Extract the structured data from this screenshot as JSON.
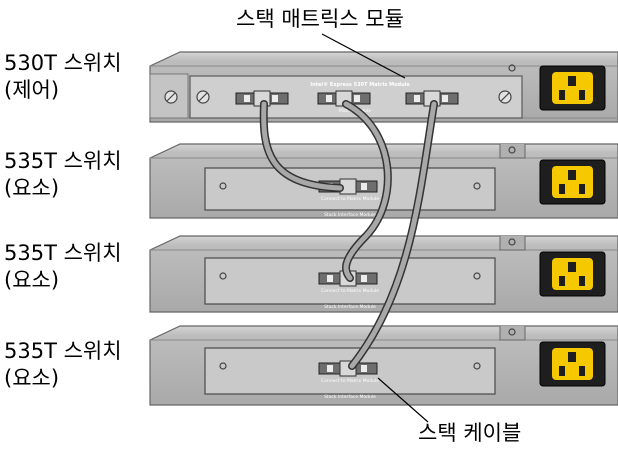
{
  "callouts": {
    "matrix_module": "스택 매트릭스 모듈",
    "stack_cable": "스택 케이블"
  },
  "units": [
    {
      "model": "530T 스위치",
      "role": "(제어)",
      "module_label": "Intel® Express 530T Matrix Module",
      "module_sublabel": "Matrix Module"
    },
    {
      "model": "535T 스위치",
      "role": "(요소)",
      "module_label": "Connect to Matrix Module",
      "module_sublabel": "Stack Interface Module"
    },
    {
      "model": "535T 스위치",
      "role": "(요소)",
      "module_label": "Connect to Matrix Module",
      "module_sublabel": "Stack Interface Module"
    },
    {
      "model": "535T 스위치",
      "role": "(요소)",
      "module_label": "Connect to Matrix Module",
      "module_sublabel": "Stack Interface Module"
    }
  ],
  "colors": {
    "chassis": "#b4b4b4",
    "chassis_edge": "#6e6e6e",
    "module": "#cfcfcf",
    "power": "#f5c800",
    "cable": "#9a9a9a"
  }
}
